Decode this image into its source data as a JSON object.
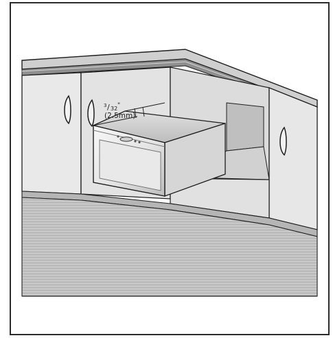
{
  "figure": {
    "dimension_label": {
      "fraction_numerator": "3",
      "fraction_denominator": "32",
      "inch_mark": "\"",
      "metric": "(2.5mm)"
    }
  },
  "colors": {
    "outline": "#1e1e1e",
    "wall_light": "#e6e6e6",
    "wall_mid": "#d7d7d7",
    "floor": "#c8c8c8",
    "counter_top": "#cfcfcf",
    "counter_edge": "#9f9f9f",
    "drawer_front": "#eeeeee",
    "drawer_side": "#d6d6d6",
    "drawer_top": "#e2e2e2"
  }
}
